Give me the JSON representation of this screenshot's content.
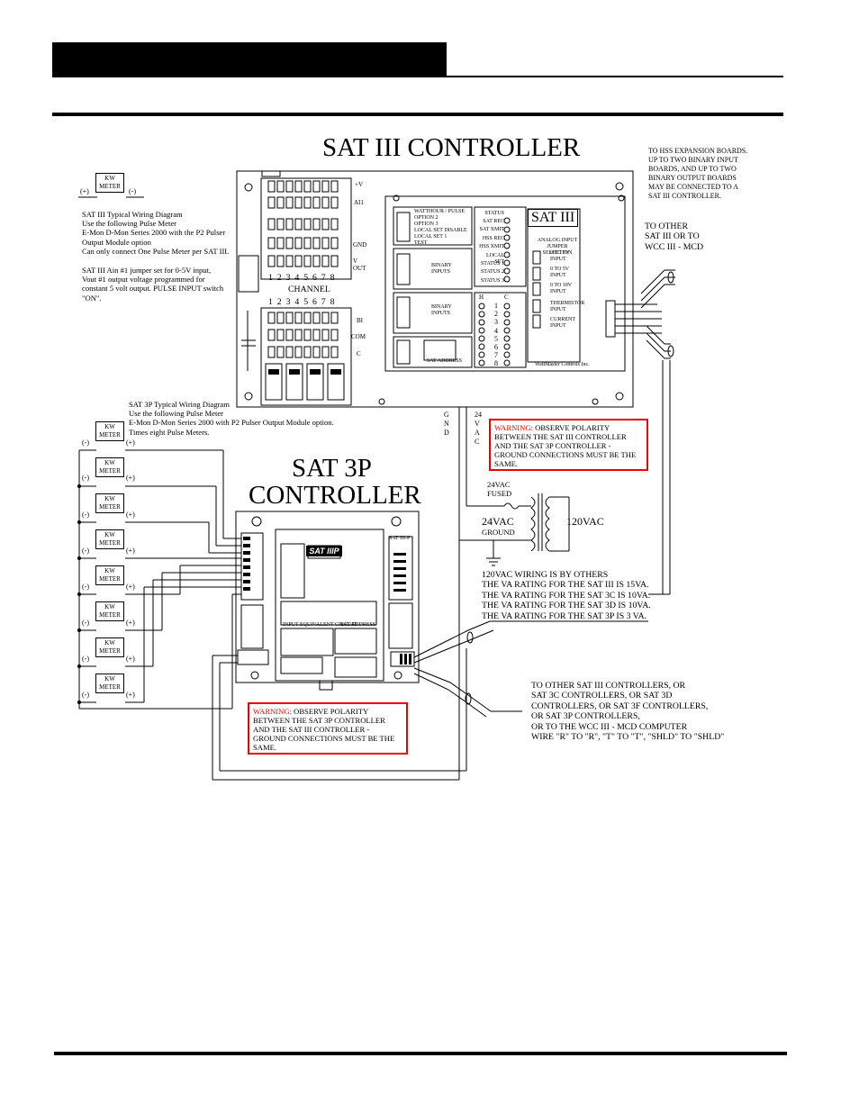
{
  "header": {
    "section_title": ""
  },
  "sat3": {
    "title": "SAT III CONTROLLER",
    "badge": "SAT III",
    "channel_label": "CHANNEL",
    "channel_numbers": "1  2  3  4  5  6  7  8",
    "terminal_labels": [
      "+V",
      "AI1",
      "GND",
      "V OUT",
      "BI",
      "COM",
      "C"
    ],
    "status_labels": [
      "STATUS",
      "SAT REC",
      "SAT XMIT",
      "HSS REC",
      "HSS XMIT",
      "LOCAL SET",
      "STATUS 1",
      "STATUS 2",
      "STATUS 3"
    ],
    "binary_inputs_label": "BINARY INPUTS",
    "hc_labels": [
      "H",
      "C"
    ],
    "relay_numbers": [
      "1",
      "2",
      "3",
      "4",
      "5",
      "6",
      "7",
      "8"
    ],
    "analog_jumper_title": "ANALOG INPUT JUMPER SELECTION",
    "analog_options": [
      "0 TO 5V INPUT",
      "0 TO 5V INPUT",
      "0 TO 10V INPUT",
      "THERMISTOR INPUT",
      "CURRENT INPUT"
    ],
    "address_label": "SAT ADDRESS",
    "switch_labels": [
      "WATTHOUR / PULSE",
      "OPTION 2",
      "OPTION 3",
      "LOCAL SET DISABLE",
      "LOCAL SET 1",
      "TEST"
    ],
    "maker": "WattMaster Controls Inc.",
    "gnd_label": "GND",
    "vac_label": "24VAC"
  },
  "sat3p": {
    "title_line1": "SAT 3P",
    "title_line2": "CONTROLLER",
    "logo": "SAT IIIP",
    "corner_label": "SAT III-P",
    "input_circuit": "INPUT EQUIVALENT CIRCUIT",
    "address_label": "SAT ADDRESS"
  },
  "notes": {
    "sat3_wiring": [
      "SAT III Typical Wiring Diagram",
      "Use the following Pulse Meter",
      "E-Mon D-Mon Series 2000 with the P2 Pulser",
      "Output Module option",
      "Can only connect One Pulse Meter per SAT III."
    ],
    "sat3_jumper": [
      "SAT III Ain #1 jumper set for 0-5V input,",
      "Vout #1 output voltage programmed for",
      "constant 5 volt output. PULSE INPUT switch",
      "\"ON\"."
    ],
    "sat3p_wiring": [
      "SAT 3P Typical Wiring Diagram",
      "Use the following Pulse Meter",
      "E-Mon D-Mon Series 2000 with P2 Pulser Output Module option.",
      "Times eight Pulse Meters."
    ],
    "hss": [
      "TO HSS EXPANSION BOARDS.",
      "UP TO TWO BINARY INPUT",
      "BOARDS, AND UP TO TWO",
      "BINARY OUTPUT BOARDS",
      "MAY BE CONNECTED TO A",
      "SAT III CONTROLLER."
    ],
    "to_other": [
      "TO OTHER",
      "SAT III OR TO",
      "WCC III - MCD"
    ],
    "va_rating": [
      "120VAC WIRING IS BY OTHERS",
      "THE VA RATING FOR THE SAT III IS 15VA.",
      "THE VA RATING FOR THE SAT 3C IS 10VA.",
      "THE VA RATING FOR THE SAT 3D IS 10VA.",
      "THE VA RATING FOR THE SAT 3P IS 3 VA."
    ],
    "bottom": [
      "TO OTHER SAT III CONTROLLERS, OR",
      "SAT 3C CONTROLLERS, OR SAT 3D",
      "CONTROLLERS, OR SAT 3F CONTROLLERS,",
      "OR SAT 3P CONTROLLERS,",
      "OR TO THE WCC III - MCD COMPUTER",
      "WIRE \"R\" TO \"R\", \"T\" TO \"T\", \"SHLD\" TO \"SHLD\""
    ]
  },
  "warnings": {
    "sat3": {
      "word": "WARNING:",
      "text": " OBSERVE POLARITY BETWEEN THE SAT III CONTROLLER AND THE SAT 3P CONTROLLER  - GROUND CONNECTIONS MUST BE THE SAME."
    },
    "sat3p": {
      "word": "WARNING:",
      "text": " OBSERVE POLARITY BETWEEN THE SAT 3P CONTROLLER AND THE SAT III CONTROLLER  - GROUND CONNECTIONS MUST BE THE SAME."
    }
  },
  "transformer": {
    "fused_line1": "24VAC",
    "fused_line2": "FUSED",
    "secondary": "24VAC",
    "ground": "GROUND",
    "primary": "120VAC"
  },
  "meters": {
    "label_line1": "KW",
    "label_line2": "METER",
    "plus": "(+)",
    "minus": "(-)"
  }
}
